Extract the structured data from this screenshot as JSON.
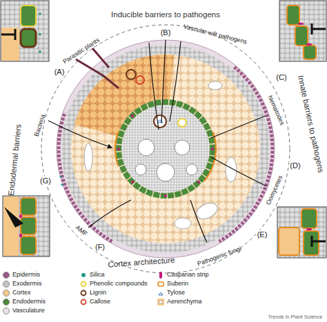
{
  "diagram": {
    "labels": [
      "Inducible barriers to pathogens",
      "Parasitic plants",
      "(B)",
      "Vascular wilt pathogens",
      "(A)",
      "(C)",
      "Innate barriers to pathogens",
      "Nematodes",
      "Endodermal barriers",
      "Bacteria",
      "(G)",
      "(D)",
      "Oomycetes",
      "AMF",
      "(F)",
      "(E)",
      "Pathogenic fungi",
      "Cortex architecture",
      "Trends in Plant Science"
    ],
    "legend": [
      {
        "text": "Epidermis",
        "color": "#9b5a86"
      },
      {
        "text": "Exodermis",
        "color": "#c4c4c4"
      },
      {
        "text": "Cortex",
        "color": "#f5c88a"
      },
      {
        "text": "Endodermis",
        "color": "#4b8b3b"
      },
      {
        "text": "Vasculature",
        "color": "#e6e6e6"
      },
      {
        "text": "Silica",
        "color": "#1f9a8a"
      },
      {
        "text": "Phenolic compounds"
      },
      {
        "text": "Lignin"
      },
      {
        "text": "Callose"
      },
      {
        "text": "Casparian strip",
        "color": "#c2187a"
      },
      {
        "text": "Suberin"
      },
      {
        "text": "Tylose"
      },
      {
        "text": "Aerenchyma"
      }
    ]
  }
}
